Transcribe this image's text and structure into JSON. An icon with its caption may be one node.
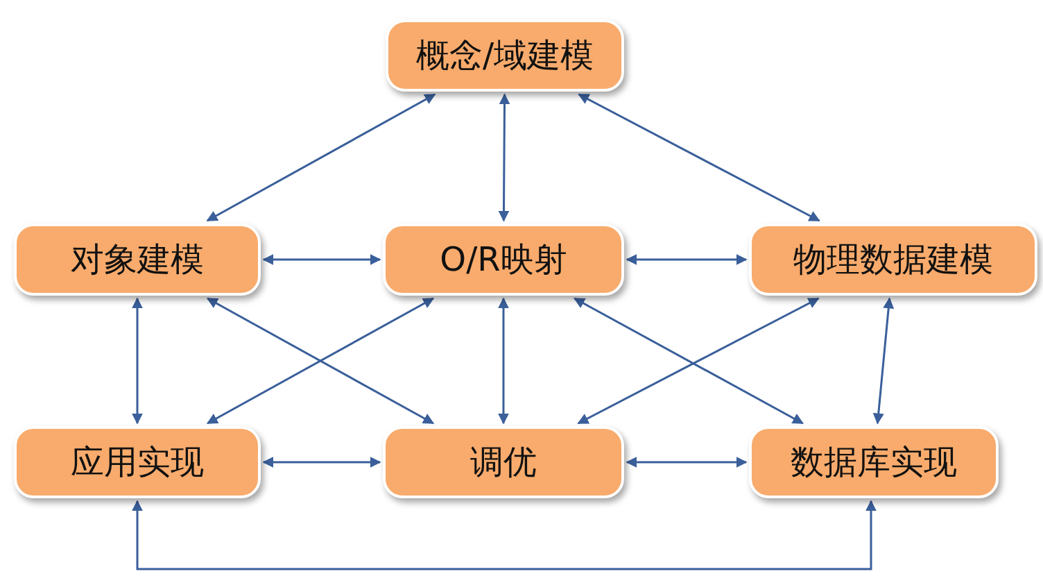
{
  "diagram": {
    "nodes": [
      {
        "text": [
          "概念/域建模"
        ]
      },
      {
        "text": [
          "对象建模"
        ]
      },
      {
        "text": [
          "O/R映射"
        ]
      },
      {
        "text": [
          "物理数据建模"
        ]
      },
      {
        "text": [
          "应用实现"
        ]
      },
      {
        "text": [
          "调优"
        ]
      },
      {
        "text": [
          "数据库实现"
        ]
      }
    ],
    "edges": [
      {
        "from": 0,
        "to": 1,
        "arrow": "both"
      },
      {
        "from": 0,
        "to": 2,
        "arrow": "both"
      },
      {
        "from": 0,
        "to": 3,
        "arrow": "both"
      },
      {
        "from": 1,
        "to": 2,
        "arrow": "both"
      },
      {
        "from": 2,
        "to": 3,
        "arrow": "both"
      },
      {
        "from": 1,
        "to": 4,
        "arrow": "both"
      },
      {
        "from": 1,
        "to": 5,
        "arrow": "both"
      },
      {
        "from": 2,
        "to": 4,
        "arrow": "both"
      },
      {
        "from": 2,
        "to": 5,
        "arrow": "both"
      },
      {
        "from": 2,
        "to": 6,
        "arrow": "both"
      },
      {
        "from": 3,
        "to": 5,
        "arrow": "both"
      },
      {
        "from": 3,
        "to": 6,
        "arrow": "both"
      },
      {
        "from": 4,
        "to": 5,
        "arrow": "both"
      },
      {
        "from": 5,
        "to": 6,
        "arrow": "both"
      },
      {
        "from": 4,
        "to": 6,
        "arrow": "both"
      }
    ]
  }
}
